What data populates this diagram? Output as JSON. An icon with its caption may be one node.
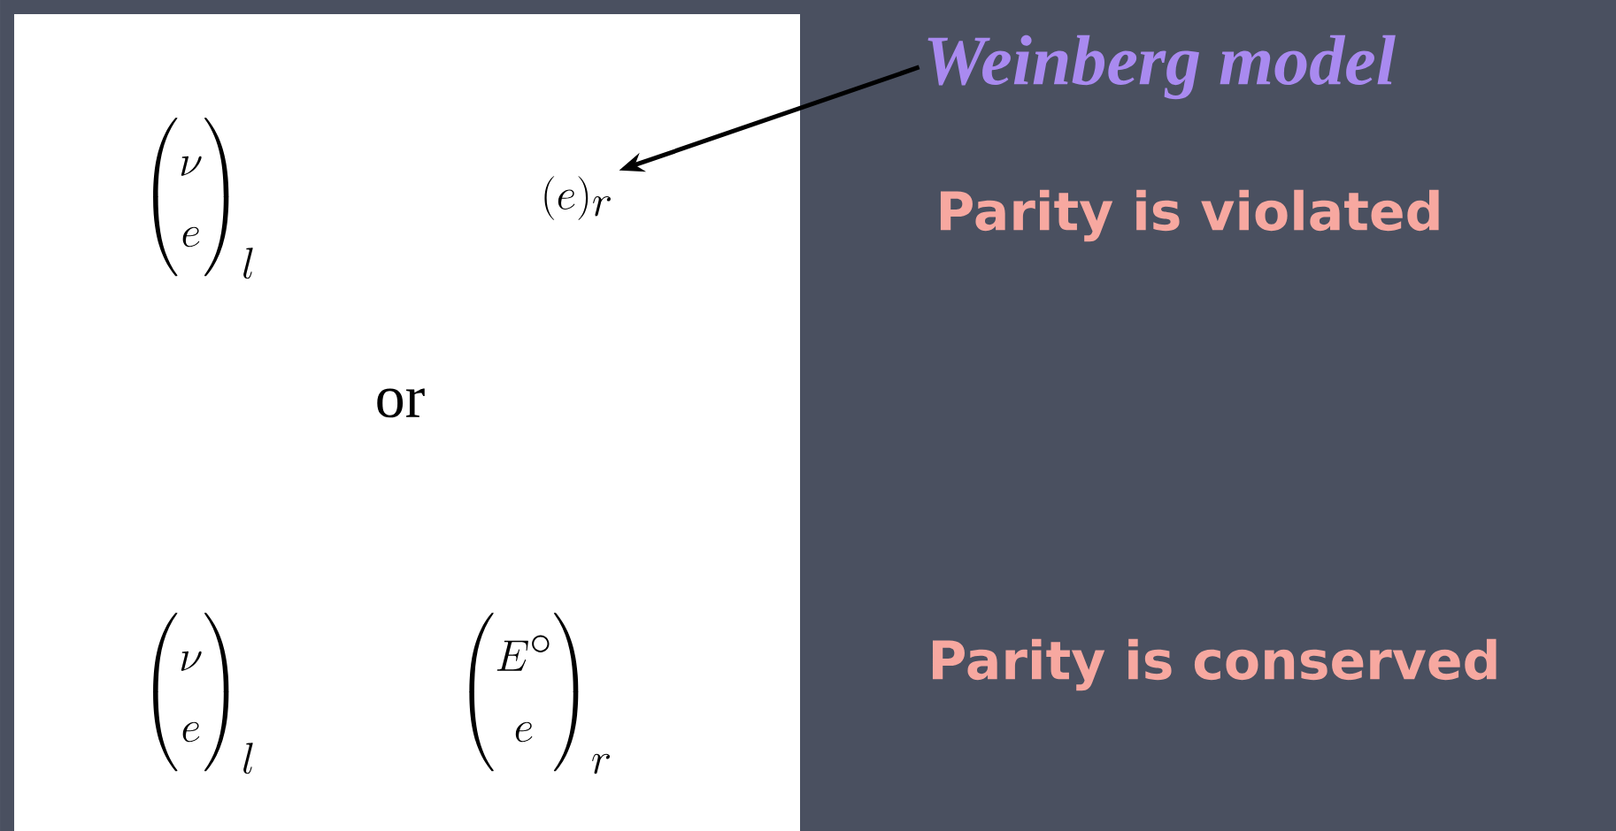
{
  "diagram": {
    "nodes": [
      {
        "text": [
          "Weinberg model"
        ]
      },
      {
        "text": [
          "(e)_r"
        ]
      }
    ],
    "edges": [
      {
        "from": 0,
        "to": 1,
        "arrow": "to"
      }
    ],
    "labels": [
      "\\begin{pmatrix}\\nu\\\\ e\\end{pmatrix}_l",
      "or",
      "\\begin{pmatrix}\\nu\\\\ e\\end{pmatrix}_l",
      "\\begin{pmatrix}E^\\circ\\\\ e\\end{pmatrix}_r",
      "Parity is violated",
      "Parity is conserved"
    ]
  }
}
